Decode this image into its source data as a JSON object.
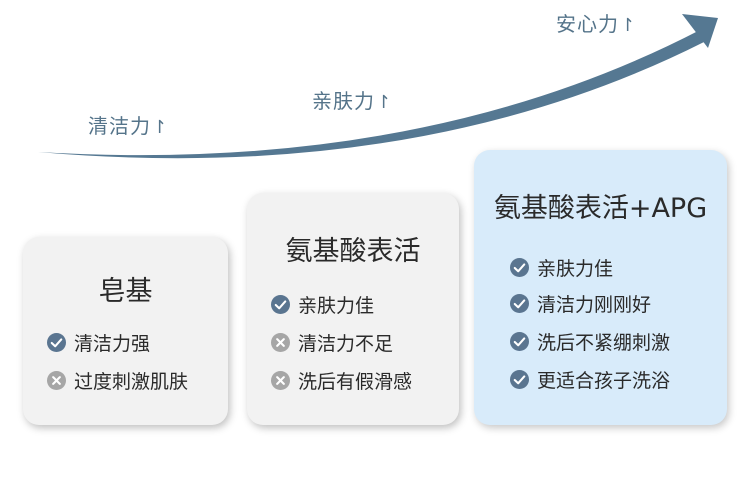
{
  "levels": [
    {
      "label": "清洁力",
      "arrow": "↾"
    },
    {
      "label": "亲肤力",
      "arrow": "↾"
    },
    {
      "label": "安心力",
      "arrow": "↾"
    }
  ],
  "cards": [
    {
      "title": "皂基",
      "features": [
        {
          "icon": "check-icon",
          "text": "清洁力强"
        },
        {
          "icon": "cross-icon",
          "text": "过度刺激肌肤"
        }
      ]
    },
    {
      "title": "氨基酸表活",
      "features": [
        {
          "icon": "check-icon",
          "text": "亲肤力佳"
        },
        {
          "icon": "cross-icon",
          "text": "清洁力不足"
        },
        {
          "icon": "cross-icon",
          "text": "洗后有假滑感"
        }
      ]
    },
    {
      "title": "氨基酸表活+APG",
      "features": [
        {
          "icon": "check-icon",
          "text": "亲肤力佳"
        },
        {
          "icon": "check-icon",
          "text": "清洁力刚刚好"
        },
        {
          "icon": "check-icon",
          "text": "洗后不紧绷刺激"
        },
        {
          "icon": "check-icon",
          "text": "更适合孩子洗浴"
        }
      ]
    }
  ],
  "colors": {
    "arrow": "#557892",
    "label": "#55748a",
    "check": "#5a7590",
    "cross": "#a6a6a6",
    "card": "#f2f2f2",
    "card_highlight": "#d8ebfa"
  }
}
